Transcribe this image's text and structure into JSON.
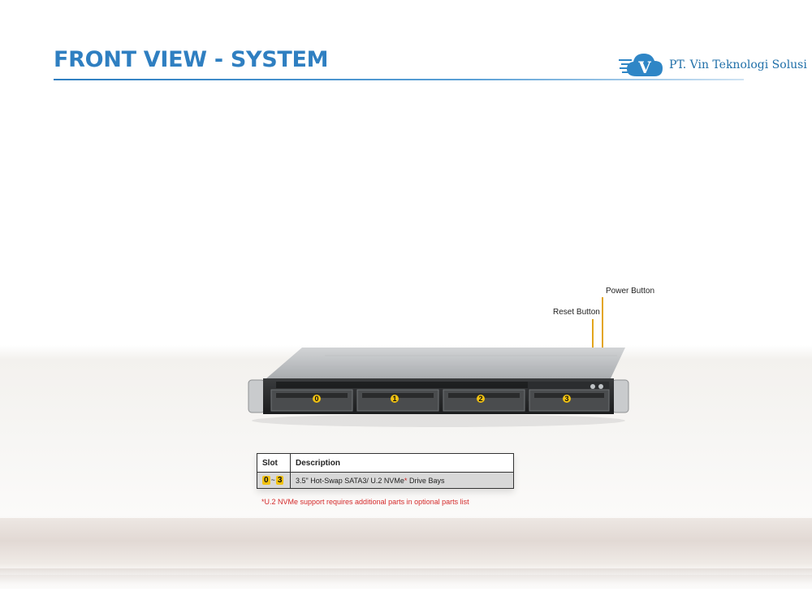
{
  "header": {
    "title": "FRONT VIEW - SYSTEM",
    "logo_text": "PT. Vin Teknologi Solusi",
    "logo_letter": "V"
  },
  "callouts": {
    "power": "Power Button",
    "reset": "Reset Button"
  },
  "drive_bays": [
    "0",
    "1",
    "2",
    "3"
  ],
  "table": {
    "headers": [
      "Slot",
      "Description"
    ],
    "row": {
      "slot_from": "0",
      "slot_sep": "~",
      "slot_to": "3",
      "description": "3.5\" Hot-Swap SATA3/ U.2 NVMe",
      "description_star": "*",
      "description_tail": " Drive Bays"
    }
  },
  "footnote": "*U.2 NVMe  support requires additional parts in optional parts list",
  "colors": {
    "title": "#2f7fc1",
    "callout_line": "#e3a51c",
    "slot_badge": "#f2c211",
    "footnote": "#d42a2a"
  }
}
